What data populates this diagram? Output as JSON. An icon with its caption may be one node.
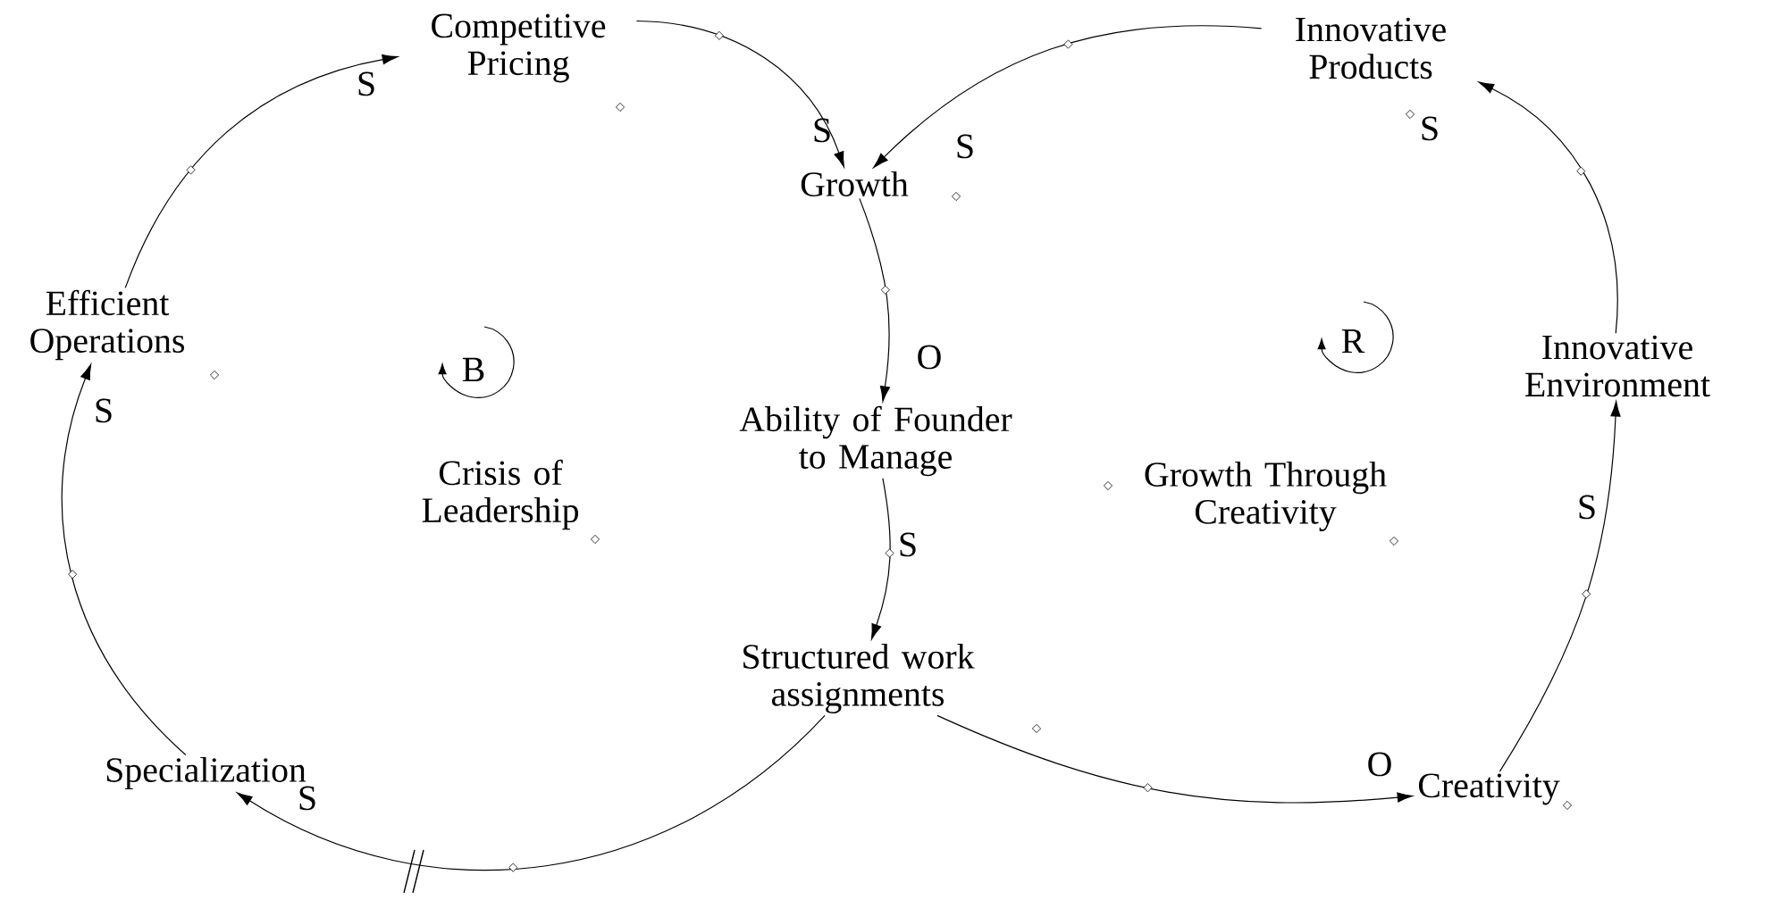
{
  "diagram": {
    "nodes": [
      {
        "text": [
          "Competitive Pricing"
        ]
      },
      {
        "text": [
          "Growth"
        ]
      },
      {
        "text": [
          "Ability of Founder to Manage"
        ]
      },
      {
        "text": [
          "Structured work assignments"
        ]
      },
      {
        "text": [
          "Specialization"
        ]
      },
      {
        "text": [
          "Efficient Operations"
        ]
      },
      {
        "text": [
          "Innovative Products"
        ]
      },
      {
        "text": [
          "Innovative Environment"
        ]
      },
      {
        "text": [
          "Creativity"
        ]
      }
    ],
    "edges": [
      {
        "from": 5,
        "to": 0,
        "arrow": "to",
        "label": "S"
      },
      {
        "from": 0,
        "to": 1,
        "arrow": "to",
        "label": "S"
      },
      {
        "from": 1,
        "to": 2,
        "arrow": "to",
        "label": "O"
      },
      {
        "from": 2,
        "to": 3,
        "arrow": "to",
        "label": "S"
      },
      {
        "from": 3,
        "to": 4,
        "arrow": "to",
        "label": "S"
      },
      {
        "from": 4,
        "to": 5,
        "arrow": "to",
        "label": "S"
      },
      {
        "from": 3,
        "to": 8,
        "arrow": "to",
        "label": "O"
      },
      {
        "from": 8,
        "to": 7,
        "arrow": "to",
        "label": "S"
      },
      {
        "from": 7,
        "to": 6,
        "arrow": "to",
        "label": "S"
      },
      {
        "from": 6,
        "to": 1,
        "arrow": "to",
        "label": "S"
      }
    ],
    "labels": [
      "B",
      "R",
      "Crisis of Leadership",
      "Growth Through Creativity"
    ]
  }
}
